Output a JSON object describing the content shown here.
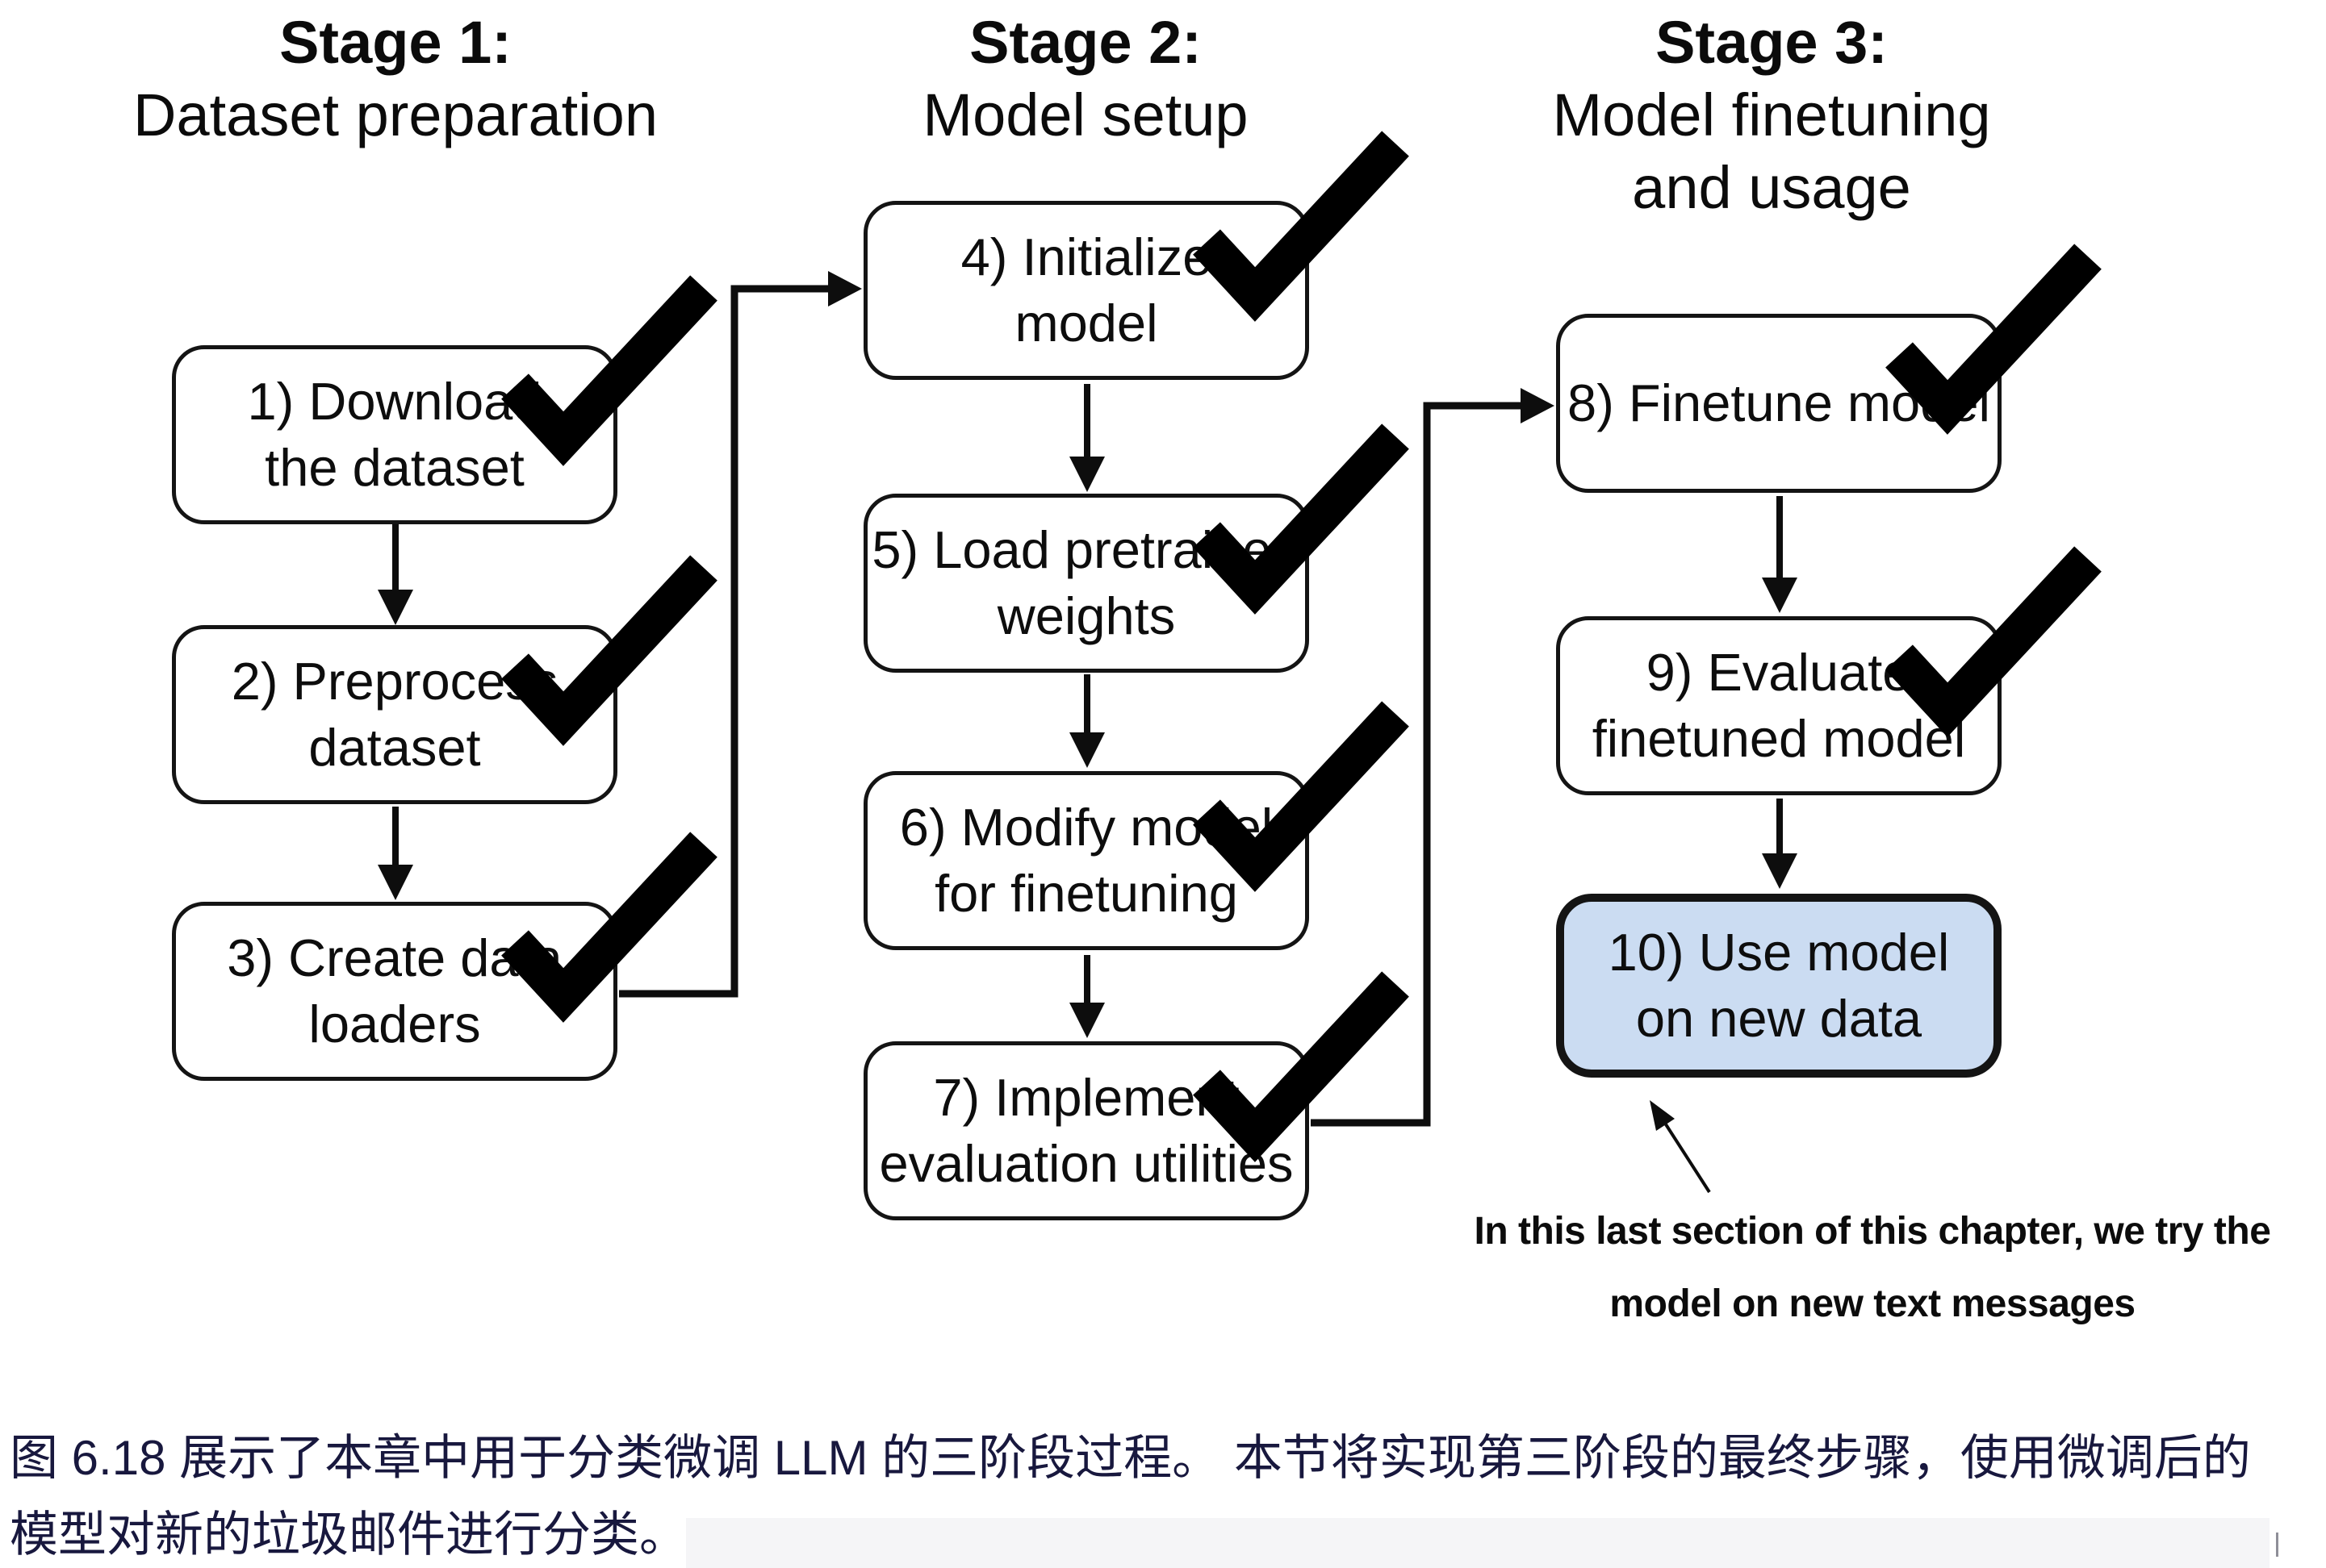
{
  "stages": [
    {
      "title": "Stage 1:",
      "subtitle": "Dataset preparation"
    },
    {
      "title": "Stage 2:",
      "subtitle": "Model setup"
    },
    {
      "title": "Stage 3:",
      "subtitle": "Model finetuning\nand usage"
    }
  ],
  "boxes": [
    {
      "id": 1,
      "text": "1) Download\nthe dataset",
      "checked": true,
      "highlight": false
    },
    {
      "id": 2,
      "text": "2) Preprocess\ndataset",
      "checked": true,
      "highlight": false
    },
    {
      "id": 3,
      "text": "3) Create data\nloaders",
      "checked": true,
      "highlight": false
    },
    {
      "id": 4,
      "text": "4) Initialize\nmodel",
      "checked": true,
      "highlight": false
    },
    {
      "id": 5,
      "text": "5) Load pretrained\nweights",
      "checked": true,
      "highlight": false
    },
    {
      "id": 6,
      "text": "6) Modify model\nfor finetuning",
      "checked": true,
      "highlight": false
    },
    {
      "id": 7,
      "text": "7) Implement\nevaluation utilities",
      "checked": true,
      "highlight": false
    },
    {
      "id": 8,
      "text": "8) Finetune model",
      "checked": true,
      "highlight": false
    },
    {
      "id": 9,
      "text": "9) Evaluate\nfinetuned model",
      "checked": true,
      "highlight": false
    },
    {
      "id": 10,
      "text": "10) Use model\non new data",
      "checked": false,
      "highlight": true
    }
  ],
  "annotation": {
    "text": "In this last section of this chapter, we try the\nmodel on new text messages"
  },
  "caption": {
    "text": "图 6.18 展示了本章中用于分类微调 LLM 的三阶段过程。 本节将实现第三阶段的最终步骤，使用微调后的\n模型对新的垃圾邮件进行分类。"
  },
  "colors": {
    "highlight_fill": "#cbdcf2",
    "line": "#0d0d0d",
    "caption_text": "#18183e"
  }
}
